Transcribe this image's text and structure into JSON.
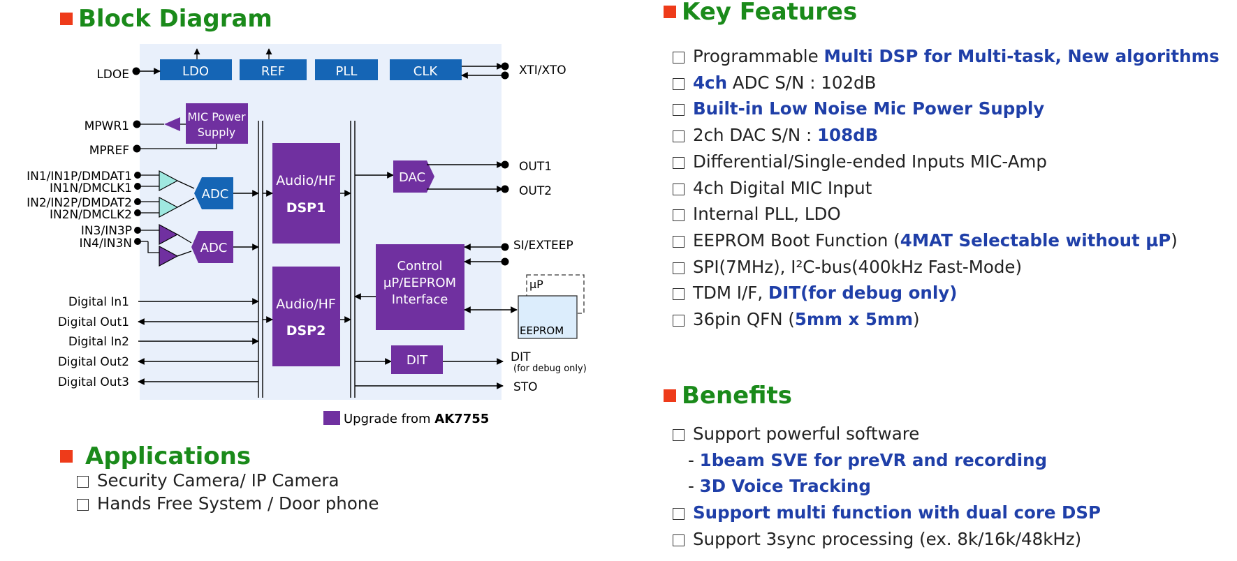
{
  "block_diagram": {
    "title": "Block Diagram",
    "blocks": {
      "ldo": "LDO",
      "ref": "REF",
      "pll": "PLL",
      "clk": "CLK",
      "mic_power": [
        "MIC Power",
        "Supply"
      ],
      "adc1": "ADC",
      "adc2": "ADC",
      "dsp1": [
        "Audio/HF",
        "DSP1"
      ],
      "dsp2": [
        "Audio/HF",
        "DSP2"
      ],
      "dac": "DAC",
      "control": [
        "Control",
        "µP/EEPROM",
        "Interface"
      ],
      "dit": "DIT",
      "up": "µP",
      "eeprom": "EEPROM"
    },
    "pins_left": {
      "ldoe": "LDOE",
      "mpwr1": "MPWR1",
      "mpref": "MPREF",
      "in1": "IN1/IN1P/DMDAT1",
      "in1n": "IN1N/DMCLK1",
      "in2": "IN2/IN2P/DMDAT2",
      "in2n": "IN2N/DMCLK2",
      "in3": "IN3/IN3P",
      "in4": "IN4/IN3N",
      "dig_in1": "Digital In1",
      "dig_out1": "Digital Out1",
      "dig_in2": "Digital In2",
      "dig_out2": "Digital Out2",
      "dig_out3": "Digital Out3"
    },
    "pins_right": {
      "xti": "XTI/XTO",
      "out1": "OUT1",
      "out2": "OUT2",
      "si": "SI/EXTEEP",
      "dit": "DIT",
      "dit_note": "(for debug only)",
      "sto": "STO"
    },
    "legend_prefix": "Upgrade from ",
    "legend_product": "AK7755",
    "colors": {
      "panel": "#e9f0fb",
      "blue_block": "#1565b5",
      "purple_block": "#7030a0",
      "teal_amp": "#9fe8e0"
    }
  },
  "applications": {
    "title": "Applications",
    "items": [
      "Security Camera/ IP Camera",
      "Hands Free System / Door phone"
    ]
  },
  "key_features": {
    "title": "Key Features",
    "items": [
      {
        "plain": "Programmable ",
        "bold": "Multi DSP for Multi-task, New algorithms",
        "after": ""
      },
      {
        "plain": "",
        "bold": "4ch",
        "after": " ADC   S/N : 102dB"
      },
      {
        "plain": "",
        "bold": "Built-in Low Noise Mic Power Supply",
        "after": ""
      },
      {
        "plain": "2ch DAC   S/N : ",
        "bold": "108dB",
        "after": ""
      },
      {
        "plain": "Differential/Single-ended Inputs MIC-Amp",
        "bold": "",
        "after": ""
      },
      {
        "plain": "4ch Digital MIC Input",
        "bold": "",
        "after": ""
      },
      {
        "plain": "Internal PLL, LDO",
        "bold": "",
        "after": ""
      },
      {
        "plain": "EEPROM Boot Function (",
        "bold": "4MAT Selectable without µP",
        "after": ")"
      },
      {
        "plain": "SPI(7MHz), I²C-bus(400kHz Fast-Mode)",
        "bold": "",
        "after": ""
      },
      {
        "plain": "TDM I/F,  ",
        "bold": "DIT(for debug only)",
        "after": ""
      },
      {
        "plain": "36pin QFN (",
        "bold": "5mm x 5mm",
        "after": ")"
      }
    ]
  },
  "benefits": {
    "title": "Benefits",
    "items": [
      {
        "plain": "Support powerful software",
        "bold": "",
        "after": "",
        "box": true
      },
      {
        "plain": "- ",
        "bold": "1beam SVE for preVR and recording",
        "after": "",
        "box": false
      },
      {
        "plain": "- ",
        "bold": "3D Voice Tracking",
        "after": "",
        "box": false
      },
      {
        "plain": "",
        "bold": "Support multi function with dual core DSP",
        "after": "",
        "box": true
      },
      {
        "plain": "Support 3sync processing (ex. 8k/16k/48kHz)",
        "bold": "",
        "after": "",
        "box": true
      }
    ]
  }
}
